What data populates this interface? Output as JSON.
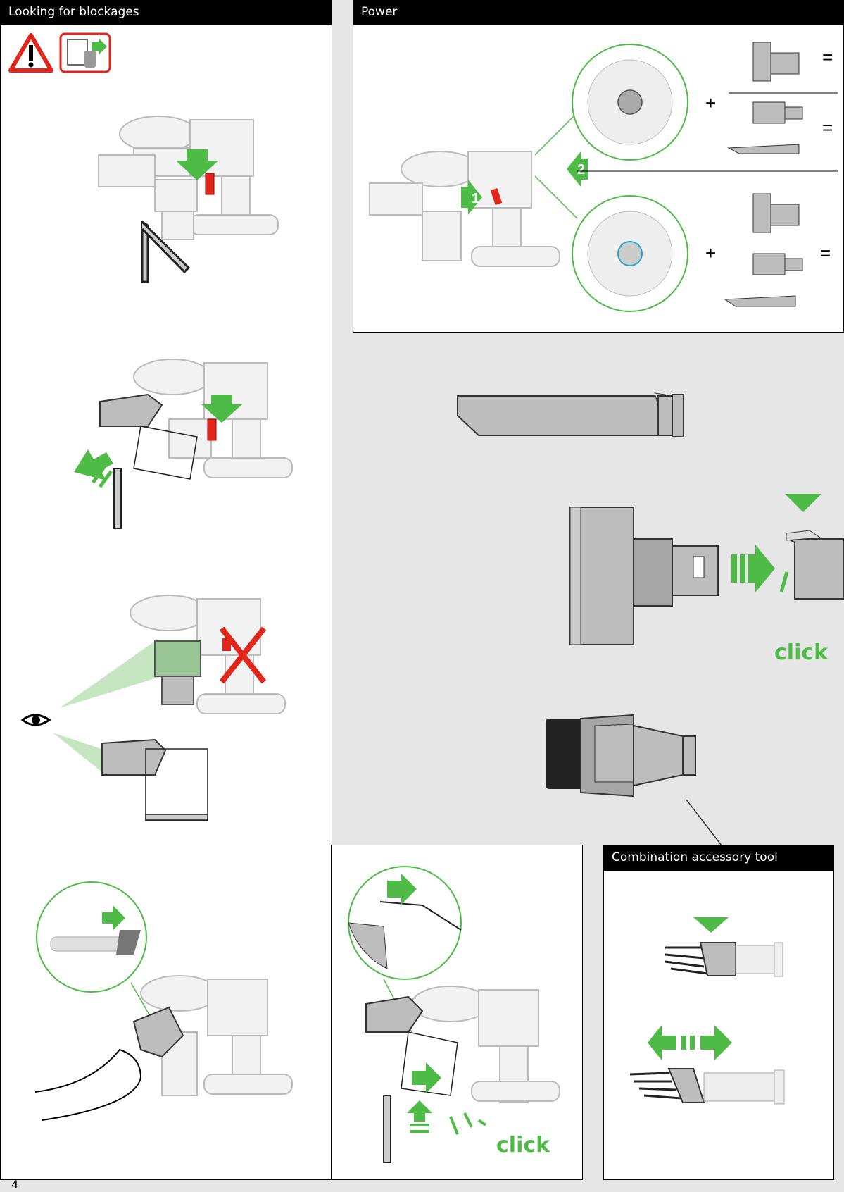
{
  "sections": {
    "blockages_title": "Looking for blockages",
    "power_title": "Power",
    "combo_title": "Combination accessory tool"
  },
  "labels": {
    "click": "click",
    "step1": "1",
    "step2": "2",
    "plus": "+",
    "equals": "="
  },
  "page_number": "4",
  "colors": {
    "accent_green": "#4dbb46",
    "warning_red": "#e2261c",
    "header_black": "#000000",
    "background_grey": "#e6e6e6",
    "part_grey": "#bdbdbd"
  },
  "icons": [
    "warning-triangle-icon",
    "unplug-icon",
    "eye-icon",
    "green-arrow-icon",
    "red-x-icon"
  ]
}
